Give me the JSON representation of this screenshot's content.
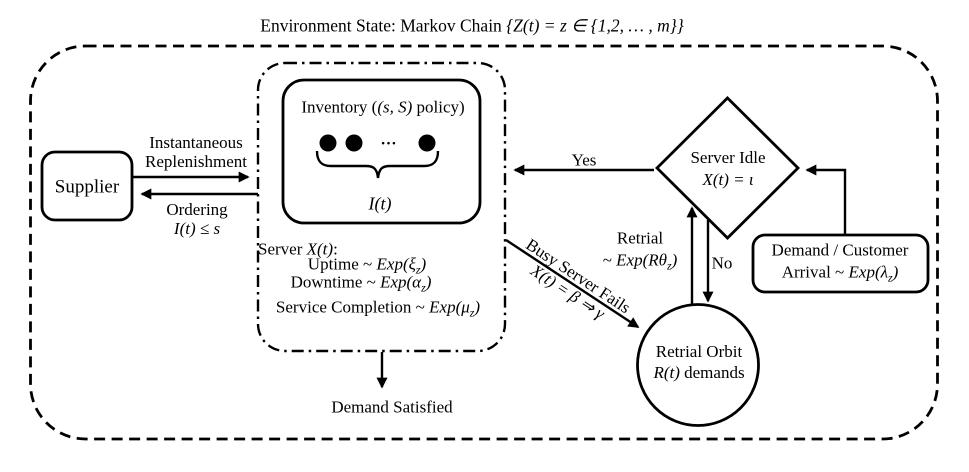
{
  "accent_color": "#000000",
  "background_color": "#ffffff",
  "title": {
    "plain": "Environment State: Markov Chain ",
    "math": "{Z(t) = z ∈ {1,2, … , m}}"
  },
  "supplier": {
    "label": "Supplier"
  },
  "replenishment": {
    "line1": "Instantaneous",
    "line2": "Replenishment"
  },
  "ordering": {
    "line1": "Ordering",
    "math": "I(t) ≤ s"
  },
  "inventory": {
    "title_pre": "Inventory (",
    "title_math": "(s, S)",
    "title_post": " policy)",
    "ellipsis": "…",
    "level_math": "I(t)"
  },
  "server": {
    "line1_pre": "Server ",
    "line1_math": "X(t)",
    "line1_post": ":",
    "uptime_pre": "Uptime ~ ",
    "uptime_math": "Exp(ξ",
    "uptime_sub": "z",
    "uptime_post": ")",
    "downtime_pre": "Downtime ~ ",
    "downtime_math": "Exp(α",
    "downtime_sub": "z",
    "downtime_post": ")",
    "service_pre": "Service Completion ~ ",
    "service_math": "Exp(μ",
    "service_sub": "z",
    "service_post": ")"
  },
  "demand_satisfied": {
    "label": "Demand Satisfied"
  },
  "yes_label": "Yes",
  "no_label": "No",
  "retrial": {
    "line1": "Retrial",
    "pre": "~ ",
    "math": "Exp(Rθ",
    "sub": "z",
    "post": ")"
  },
  "busy_fail": {
    "line1": "Busy Server Fails",
    "line2_math": "X(t) = β ⇒ γ"
  },
  "server_idle": {
    "line1": "Server Idle",
    "line2_math": "X(t) = ι"
  },
  "retrial_orbit": {
    "line1": "Retrial Orbit",
    "line2_math": "R(t)",
    "line2_post": " demands"
  },
  "arrival": {
    "line1": "Demand / Customer",
    "line2_pre": "Arrival ~ ",
    "line2_math": "Exp(λ",
    "line2_sub": "z",
    "line2_post": ")"
  }
}
